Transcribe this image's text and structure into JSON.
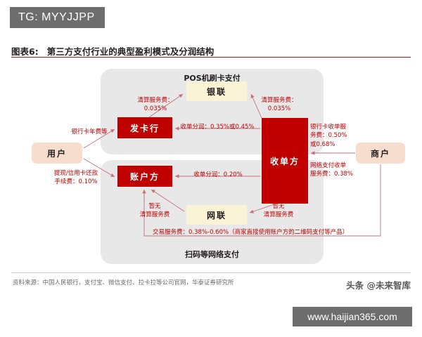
{
  "badge": {
    "label": "TG: MYYJJPP"
  },
  "title": {
    "number": "图表6:",
    "text": "第三方支付行业的典型盈利模式及分润结构"
  },
  "panels": {
    "pos": {
      "title": "POS机刷卡支付"
    },
    "network": {
      "title": "扫码等网络支付"
    }
  },
  "nodes": {
    "unionpay": "银联",
    "issuer": "发卡行",
    "acquirer": "收单方",
    "account": "账户方",
    "nexus": "网联",
    "user": "用户",
    "merchant": "商户"
  },
  "labels": {
    "clearing_left": "清算服务费：\n0.035%",
    "clearing_right": "清算服务费：\n0.035%",
    "split_pos": "收单分润：0.35%或0.45%",
    "split_net": "收单分润：0.20%",
    "bank_card_acquiring_fee": "银行卡收单服\n务费：0.50%\n或0.68%",
    "network_acquiring_fee": "网络支付收单\n服务费：0.38%",
    "annual_fee": "银行卡年费等",
    "withdraw_fee": "提现/信用卡还款\n手续费：0.10%",
    "no_clearing_left": "暂无\n清算服务费",
    "no_clearing_right": "暂无\n清算服务费",
    "trade_fee": "交易服务费：0.38%-0.60%（商家直接使用账户方的二维码支付等产品）"
  },
  "footer": {
    "source": "资料来源：中国人民银行，支付宝、微信支付、拉卡拉等公司官网，华泰证券研究所",
    "watermark_toutiao": "头条 @未来智库",
    "watermark_site": "www.haijian365.com"
  },
  "colors": {
    "accent_red": "#c00000",
    "panel_grey": "#e8e8e8",
    "cream": "#fbf3d5",
    "peach": "#f7ddcd",
    "badge_grey": "#6d6d6d"
  }
}
